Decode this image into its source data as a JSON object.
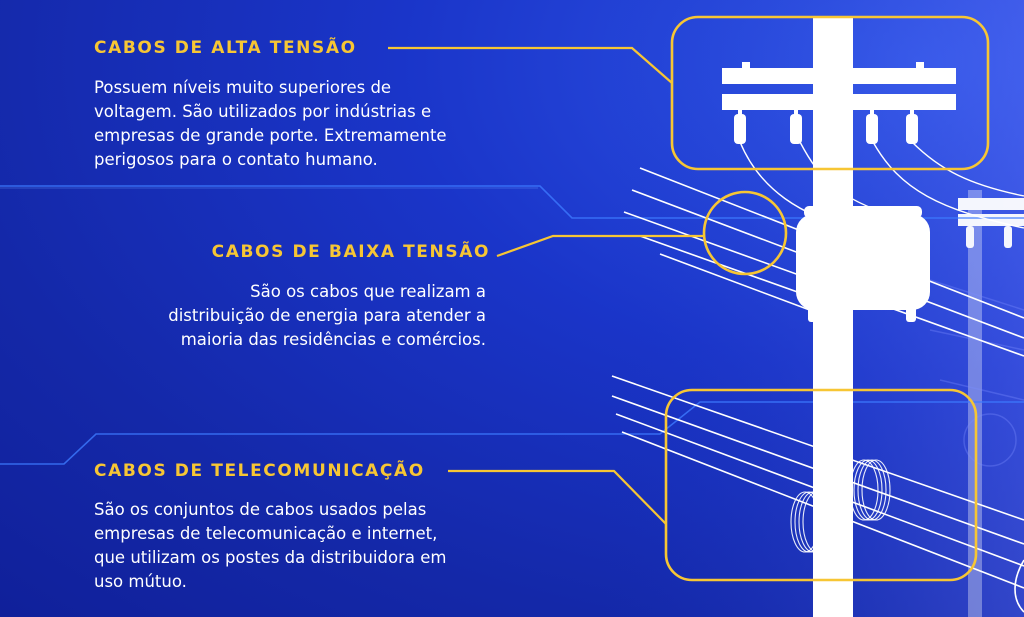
{
  "sections": {
    "alta": {
      "title": "CABOS DE ALTA TENSÃO",
      "lines": [
        "Possuem níveis muito superiores de",
        "voltagem. São utilizados por indústrias e",
        "empresas de grande porte. Extremamente",
        "perigosos para o contato humano."
      ]
    },
    "baixa": {
      "title": "CABOS DE BAIXA TENSÃO",
      "lines": [
        "São os cabos que realizam a",
        "distribuição de energia para atender a",
        "maioria das residências e comércios."
      ]
    },
    "telecom": {
      "title": "CABOS DE TELECOMUNICAÇÃO",
      "lines": [
        "São os conjuntos de cabos usados pelas",
        "empresas de telecomunicação e internet,",
        "que utilizam os postes da distribuidora em",
        "uso mútuo."
      ]
    }
  },
  "colors": {
    "accent": "#f7c634",
    "background": "#1a35c9",
    "text": "#ffffff",
    "circuit": "#3d7bff"
  },
  "illustration": {
    "pole_icon": "utility-pole-icon",
    "transformer_icon": "transformer-icon",
    "coil_icon": "cable-coil-icon"
  }
}
